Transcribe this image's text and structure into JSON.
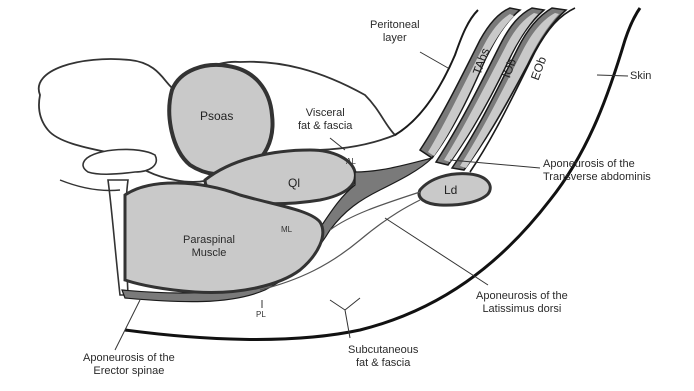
{
  "diagram": {
    "labels": {
      "peritoneal_layer": "Peritoneal\nlayer",
      "tabs": "TAbs",
      "iob": "IOb",
      "eob": "EOb",
      "skin": "Skin",
      "visceral": "Visceral\nfat & fascia",
      "psoas": "Psoas",
      "al": "AL",
      "ql": "Ql",
      "ld": "Ld",
      "aponeurosis_transverse": "Aponeurosis of the\nTransverse abdominis",
      "ml": "ML",
      "paraspinal": "Paraspinal\nMuscle",
      "pl": "PL",
      "aponeurosis_latissimus": "Aponeurosis of the\nLatissimus dorsi",
      "aponeurosis_erector": "Aponeurosis of the\nErector spinae",
      "subcutaneous": "Subcutaneous\nfat & fascia"
    },
    "colors": {
      "muscle_fill": "#c9c9c9",
      "fascia_fill": "#7a7a7a",
      "outline": "#1a1a1a",
      "bone_outline": "#333333",
      "background": "#ffffff"
    }
  }
}
